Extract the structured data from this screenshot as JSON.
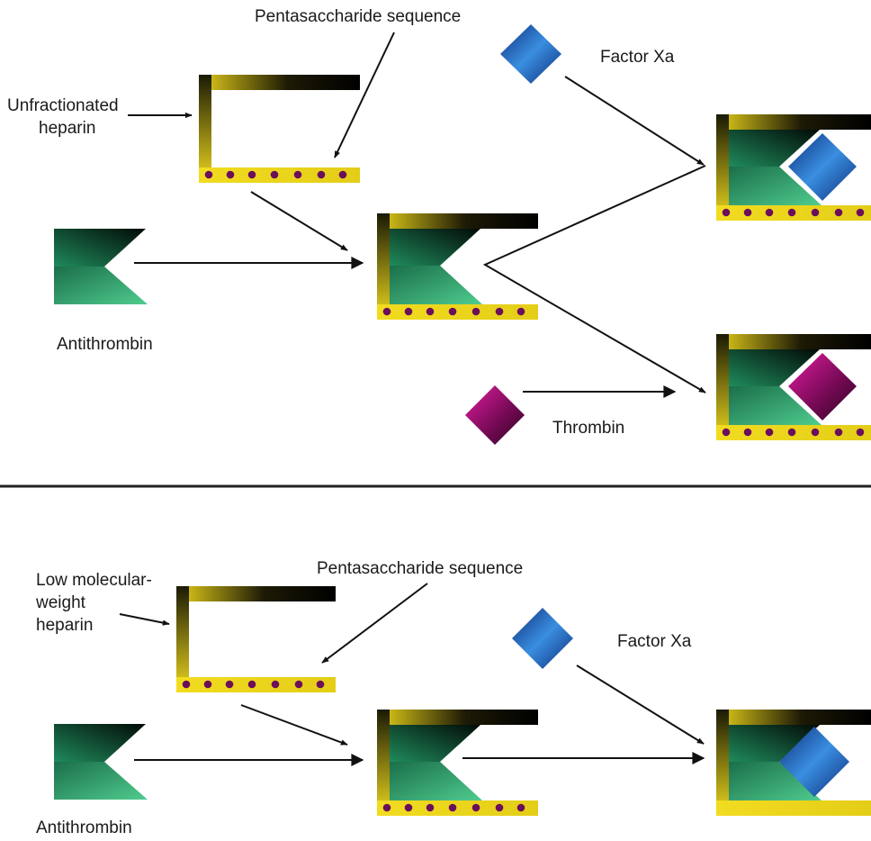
{
  "panels": {
    "top": {
      "heparin_label_line1": "Unfractionated",
      "heparin_label_line2": "heparin",
      "pentasaccharide_label": "Pentasaccharide sequence",
      "antithrombin_label": "Antithrombin",
      "factor_xa_label": "Factor Xa",
      "thrombin_label": "Thrombin"
    },
    "bottom": {
      "heparin_label_line1": "Low molecular-",
      "heparin_label_line2": "weight",
      "heparin_label_line3": "heparin",
      "pentasaccharide_label": "Pentasaccharide sequence",
      "antithrombin_label": "Antithrombin",
      "factor_xa_label": "Factor Xa"
    }
  },
  "colors": {
    "heparin_yellow": "#e8d21c",
    "heparin_dark": "#111111",
    "bead_purple": "#6b0f5a",
    "antithrombin_green": "#1f8a5c",
    "factor_xa_blue": "#1e5cb8",
    "thrombin_magenta": "#b0107a",
    "divider": "#222222"
  }
}
